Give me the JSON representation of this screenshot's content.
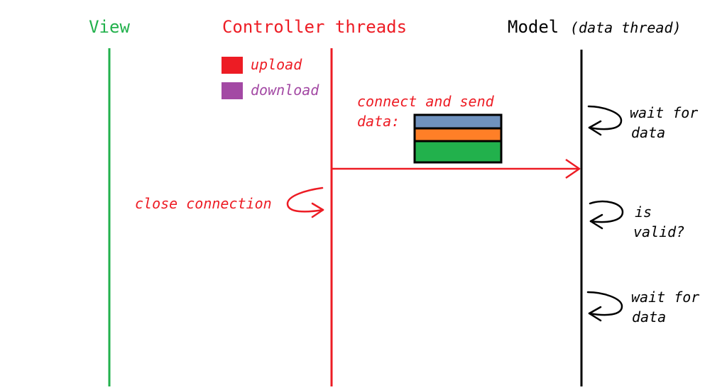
{
  "columns": {
    "view": {
      "label": "View",
      "color": "#22b14c"
    },
    "controller": {
      "label": "Controller threads",
      "color": "#ed1c24"
    },
    "model": {
      "label": "Model",
      "sublabel": "(data thread)",
      "color": "#000000"
    }
  },
  "legend": {
    "upload": {
      "label": "upload",
      "color": "#ed1c24"
    },
    "download": {
      "label": "download",
      "color": "#a349a4"
    }
  },
  "message": {
    "line1": "connect and send",
    "line2": "data:",
    "color": "#ed1c24",
    "packet_colors": [
      "#7092be",
      "#ff7f27",
      "#22b14c"
    ]
  },
  "controller_note": {
    "label": "close connection",
    "color": "#ed1c24"
  },
  "model_notes": [
    {
      "line1": "wait for",
      "line2": "data"
    },
    {
      "line1": "is",
      "line2": "valid?"
    },
    {
      "line1": "wait for",
      "line2": "data"
    }
  ]
}
